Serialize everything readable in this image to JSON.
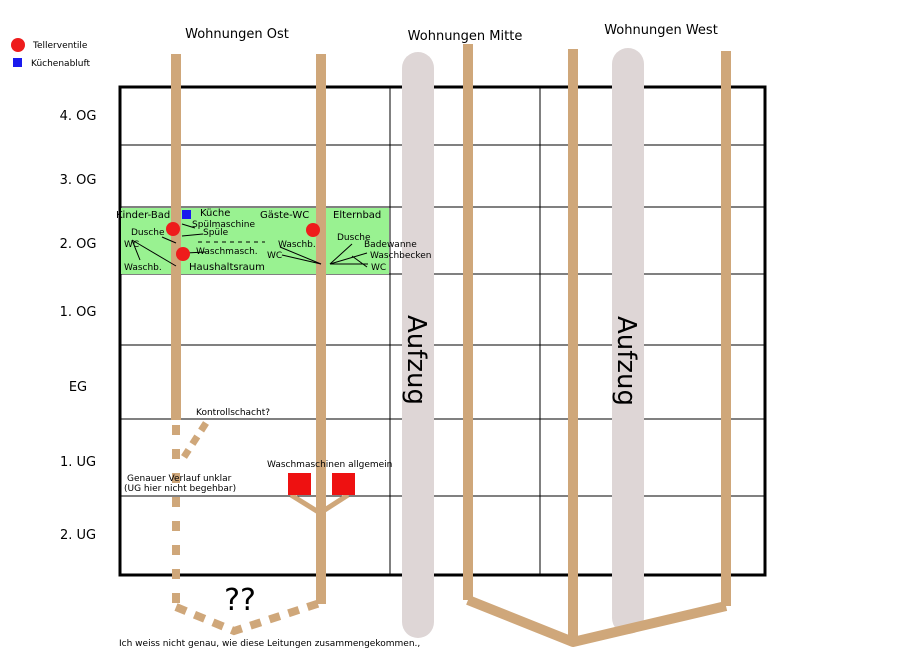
{
  "legend": {
    "valve": {
      "label": "Tellerventile",
      "color": "#ee1c1c"
    },
    "kitchen": {
      "label": "Küchenabluft",
      "color": "#1a1aee"
    }
  },
  "columns": {
    "ost": "Wohnungen Ost",
    "mitte": "Wohnungen Mitte",
    "west": "Wohnungen West"
  },
  "floors": [
    "4. OG",
    "3. OG",
    "2. OG",
    "1. OG",
    "EG",
    "1. UG",
    "2. UG"
  ],
  "rooms": {
    "kinderbad": "Kinder-Bad",
    "kueche": "Küche",
    "gaeste_wc": "Gäste-WC",
    "elternbad": "Elternbad",
    "haushaltsraum": "Haushaltsraum",
    "spuelmaschine": "Spülmaschine",
    "spuele": "Spüle",
    "dusche1": "Dusche",
    "wc1": "WC",
    "waschb1": "Waschb.",
    "waschmasch": "Waschmasch.",
    "waschb2": "Waschb.",
    "wc2": "WC",
    "dusche2": "Dusche",
    "badewanne": "Badewanne",
    "waschbecken": "Waschbecken",
    "wc3": "WC"
  },
  "elevator": "Aufzug",
  "annotations": {
    "kontrollschacht": "Kontrollschacht?",
    "verlauf_1": "Genauer Verlauf unklar",
    "verlauf_2": "(UG hier nicht begehbar)",
    "waschmaschinen": "Waschmaschinen allgemein",
    "question": "??",
    "footer": "Ich weiss nicht genau, wie diese Leitungen zusammengekommen.,"
  },
  "colors": {
    "pipe": "#cfa77a",
    "elevator": "#ded6d6",
    "green_zone": "#99f291",
    "washer": "#ee1111"
  }
}
